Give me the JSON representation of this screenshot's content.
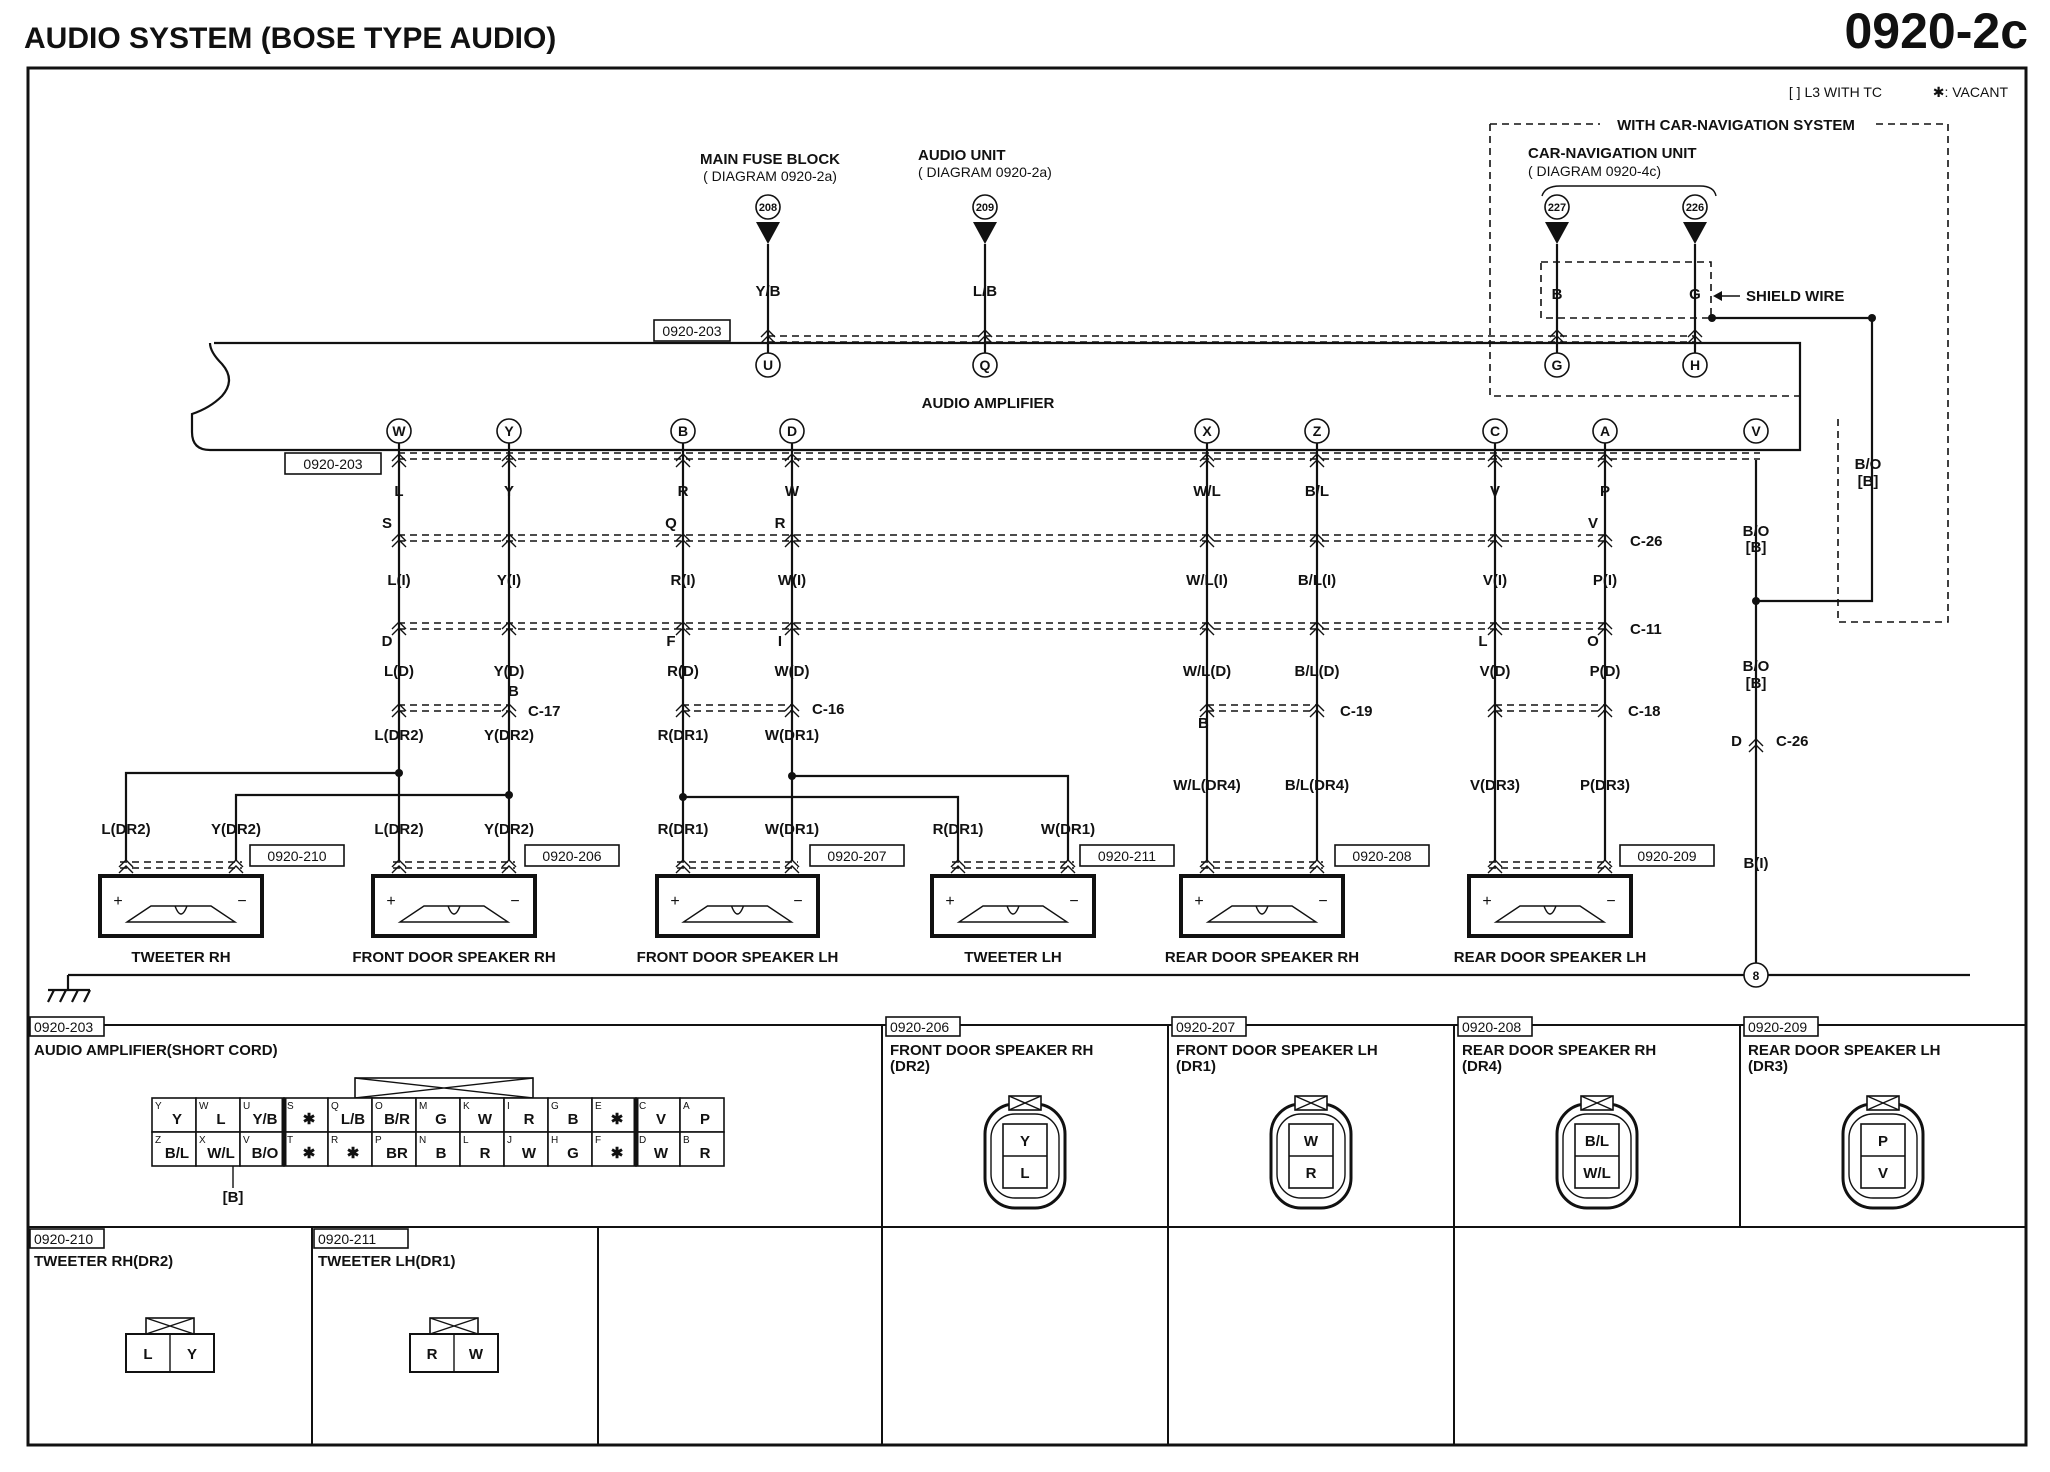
{
  "header": {
    "title": "AUDIO SYSTEM (BOSE TYPE AUDIO)",
    "page_id": "0920-2c"
  },
  "legend": {
    "l3": "[ ] L3 WITH TC",
    "vacant": "✱: VACANT"
  },
  "nav": {
    "group_label": "WITH CAR-NAVIGATION SYSTEM",
    "unit_label": "CAR-NAVIGATION UNIT",
    "unit_ref": "( DIAGRAM 0920-4c)",
    "shield": "SHIELD WIRE",
    "t227": "227",
    "t226": "226",
    "wire_b": "B",
    "wire_g": "G"
  },
  "sources": {
    "fuse_label": "MAIN FUSE BLOCK",
    "fuse_ref": "( DIAGRAM 0920-2a)",
    "fuse_num": "208",
    "fuse_wire": "Y/B",
    "audio_label": "AUDIO UNIT",
    "audio_ref": "( DIAGRAM 0920-2a)",
    "audio_num": "209",
    "audio_wire": "L/B"
  },
  "amplifier": {
    "label": "AUDIO AMPLIFIER",
    "ref_top": "0920-203",
    "ref_bottom": "0920-203",
    "top_pins": [
      "U",
      "Q",
      "G",
      "H"
    ],
    "bottom_pins": [
      "W",
      "Y",
      "B",
      "D",
      "X",
      "Z",
      "C",
      "A",
      "V"
    ]
  },
  "wires": {
    "amp": [
      "L",
      "Y",
      "R",
      "W",
      "W/L",
      "B/L",
      "V",
      "P"
    ],
    "c26_pins": [
      "S",
      "",
      "Q",
      "R",
      "",
      "",
      "",
      "V"
    ],
    "c26_label": "C-26",
    "mid": [
      "L(I)",
      "Y(I)",
      "R(I)",
      "W(I)",
      "W/L(I)",
      "B/L(I)",
      "V(I)",
      "P(I)"
    ],
    "c11_pins": [
      "D",
      "",
      "F",
      "I",
      "",
      "",
      "L",
      "O"
    ],
    "c11_label": "C-11",
    "d": [
      "L(D)",
      "Y(D)",
      "R(D)",
      "W(D)",
      "W/L(D)",
      "B/L(D)",
      "V(D)",
      "P(D)"
    ],
    "c17_pin": "B",
    "c17": "C-17",
    "c16": "C-16",
    "c19_pin": "B",
    "c19": "C-19",
    "c18": "C-18",
    "dr": [
      "L(DR2)",
      "Y(DR2)",
      "R(DR1)",
      "W(DR1)",
      "W/L(DR4)",
      "B/L(DR4)",
      "V(DR3)",
      "P(DR3)"
    ],
    "bo1": "B/O",
    "bo1b": "[B]",
    "bo2": "B/O",
    "bo2b": "[B]",
    "bo3": "B/O",
    "bo3b": "[B]",
    "c26b_pin": "D",
    "c26b": "C-26",
    "bi": "B(I)",
    "ground_num": "8"
  },
  "speakers": [
    {
      "name": "TWEETER RH",
      "ref": "0920-210",
      "l": "L(DR2)",
      "r": "Y(DR2)"
    },
    {
      "name": "FRONT DOOR SPEAKER RH",
      "ref": "0920-206",
      "l": "L(DR2)",
      "r": "Y(DR2)"
    },
    {
      "name": "FRONT DOOR SPEAKER LH",
      "ref": "0920-207",
      "l": "R(DR1)",
      "r": "W(DR1)"
    },
    {
      "name": "TWEETER LH",
      "ref": "0920-211",
      "l": "R(DR1)",
      "r": "W(DR1)"
    },
    {
      "name": "REAR DOOR SPEAKER RH",
      "ref": "0920-208",
      "l": "",
      "r": ""
    },
    {
      "name": "REAR DOOR SPEAKER LH",
      "ref": "0920-209",
      "l": "",
      "r": ""
    }
  ],
  "connectors": {
    "c203": {
      "ref": "0920-203",
      "title": "AUDIO AMPLIFIER(SHORT CORD)",
      "note": "[B]",
      "top": [
        {
          "pin": "Y",
          "w": "Y"
        },
        {
          "pin": "W",
          "w": "L"
        },
        {
          "pin": "U",
          "w": "Y/B"
        },
        {
          "pin": "S",
          "w": "✱"
        },
        {
          "pin": "Q",
          "w": "L/B"
        },
        {
          "pin": "O",
          "w": "B/R"
        },
        {
          "pin": "M",
          "w": "G"
        },
        {
          "pin": "K",
          "w": "W"
        },
        {
          "pin": "I",
          "w": "R"
        },
        {
          "pin": "G",
          "w": "B"
        },
        {
          "pin": "E",
          "w": "✱"
        },
        {
          "pin": "C",
          "w": "V"
        },
        {
          "pin": "A",
          "w": "P"
        }
      ],
      "bottom": [
        {
          "pin": "Z",
          "w": "B/L"
        },
        {
          "pin": "X",
          "w": "W/L"
        },
        {
          "pin": "V",
          "w": "B/O"
        },
        {
          "pin": "T",
          "w": "✱"
        },
        {
          "pin": "R",
          "w": "✱"
        },
        {
          "pin": "P",
          "w": "BR"
        },
        {
          "pin": "N",
          "w": "B"
        },
        {
          "pin": "L",
          "w": "R"
        },
        {
          "pin": "J",
          "w": "W"
        },
        {
          "pin": "H",
          "w": "G"
        },
        {
          "pin": "F",
          "w": "✱"
        },
        {
          "pin": "D",
          "w": "W"
        },
        {
          "pin": "B",
          "w": "R"
        }
      ]
    },
    "c206": {
      "ref": "0920-206",
      "title": "FRONT DOOR SPEAKER RH",
      "sub": "(DR2)",
      "top": "Y",
      "bottom": "L"
    },
    "c207": {
      "ref": "0920-207",
      "title": "FRONT DOOR SPEAKER LH",
      "sub": "(DR1)",
      "top": "W",
      "bottom": "R"
    },
    "c208": {
      "ref": "0920-208",
      "title": "REAR DOOR SPEAKER RH",
      "sub": "(DR4)",
      "top": "B/L",
      "bottom": "W/L"
    },
    "c209": {
      "ref": "0920-209",
      "title": "REAR DOOR SPEAKER LH",
      "sub": "(DR3)",
      "top": "P",
      "bottom": "V"
    },
    "c210": {
      "ref": "0920-210",
      "title": "TWEETER RH(DR2)",
      "a": "L",
      "b": "Y"
    },
    "c211": {
      "ref": "0920-211",
      "title": "TWEETER LH(DR1)",
      "a": "R",
      "b": "W"
    }
  }
}
